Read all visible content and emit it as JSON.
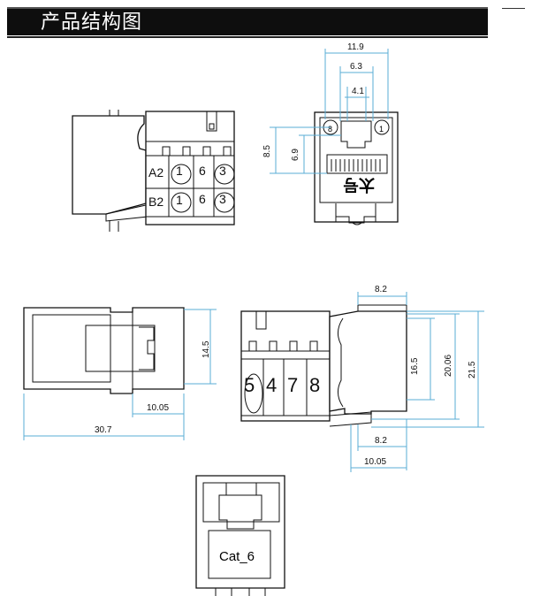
{
  "header": {
    "title": "产品结构图"
  },
  "top_left_view": {
    "rows": [
      {
        "label": "A2",
        "pins": [
          "1",
          "6",
          "3"
        ]
      },
      {
        "label": "B2",
        "pins": [
          "1",
          "6",
          "3"
        ]
      }
    ]
  },
  "top_right_view": {
    "dims": {
      "width": "11.9",
      "mid": "6.3",
      "inner": "4.1",
      "h_outer": "8.5",
      "h_inner": "6.9"
    },
    "markings": {
      "left": "8",
      "right": "1",
      "brand": "太号"
    }
  },
  "side_left_view": {
    "dims": {
      "height": "14.5",
      "offset": "10.05",
      "length": "30.7"
    }
  },
  "side_right_view": {
    "pins": [
      "5",
      "4",
      "7",
      "8"
    ],
    "dims": {
      "top": "8.2",
      "h1": "16.5",
      "h2": "20.06",
      "h3": "21.5",
      "bottom1": "8.2",
      "bottom2": "10.05"
    }
  },
  "front_view": {
    "label": "Cat_6"
  },
  "colors": {
    "dimension": "#5aaed6",
    "outline": "#111111",
    "header_bg": "#0e0e0e"
  }
}
